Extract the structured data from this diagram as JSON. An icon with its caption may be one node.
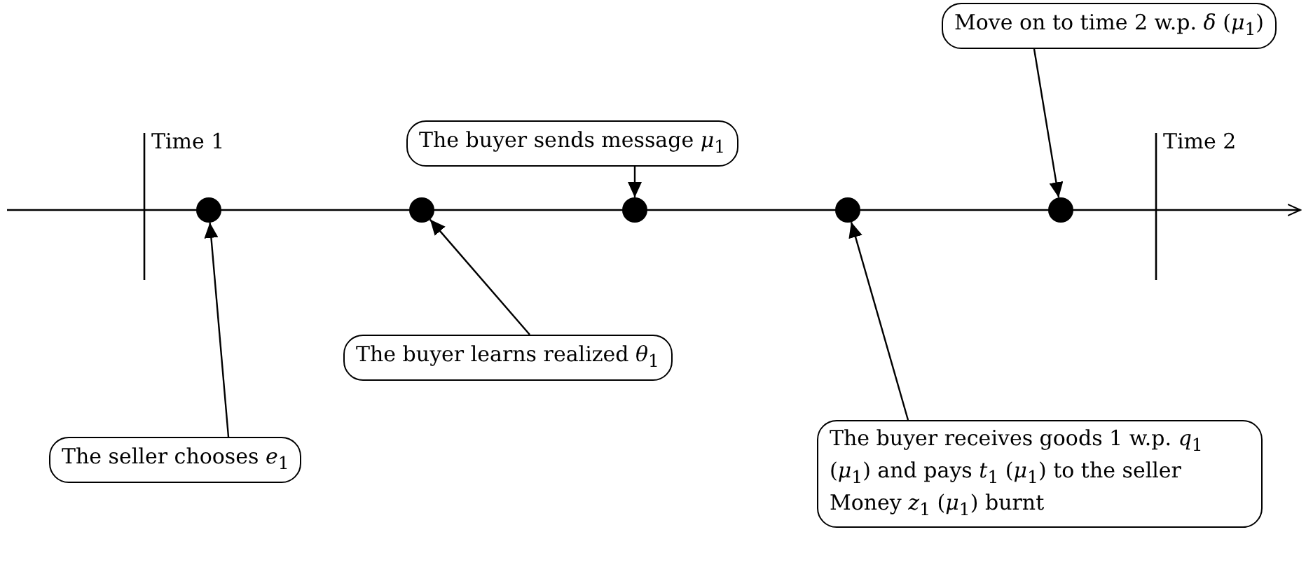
{
  "diagram": {
    "nodes": [
      {
        "text": [
          "Move on to time 2 w.p. *δ* (*μ*$_{1}$)"
        ]
      },
      {
        "text": [
          "The buyer sends message *μ*$_{1}$"
        ]
      },
      {
        "text": [],
        "shape": "circle"
      },
      {
        "text": [],
        "shape": "circle"
      },
      {
        "text": [],
        "shape": "circle"
      },
      {
        "text": [],
        "shape": "circle"
      },
      {
        "text": [],
        "shape": "circle"
      },
      {
        "text": [
          "The buyer learns realized *θ*$_{1}$"
        ]
      },
      {
        "text": [
          "The seller chooses *e*$_{1}$"
        ]
      },
      {
        "text": [
          "The buyer receives goods 1 w.p. *q*$_{1}$ (*μ*$_{1}$) and pays *t*$_{1}$ (*μ*$_{1}$) to the seller",
          "Money *z*$_{1}$ (*μ*$_{1}$) burnt"
        ]
      }
    ],
    "edges": [
      {
        "from": 8,
        "to": 2,
        "arrow": "to"
      },
      {
        "from": 7,
        "to": 3,
        "arrow": "to"
      },
      {
        "from": 1,
        "to": 4,
        "arrow": "to"
      },
      {
        "from": 9,
        "to": 5,
        "arrow": "to"
      },
      {
        "from": 0,
        "to": 6,
        "arrow": "to"
      }
    ],
    "labels": [
      "Time 1",
      "Time 2"
    ]
  }
}
